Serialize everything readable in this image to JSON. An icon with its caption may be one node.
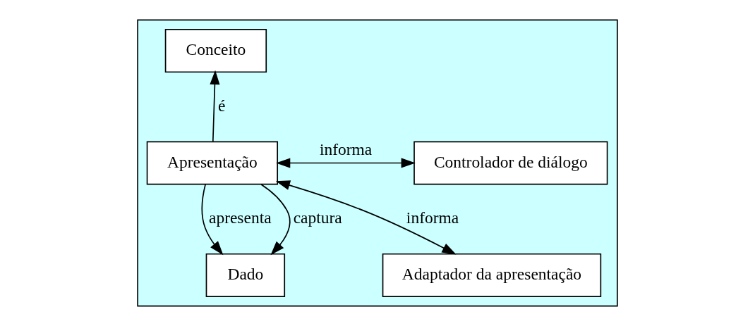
{
  "diagram": {
    "nodes": [
      {
        "text": [],
        "shape": "parallelogram"
      },
      {
        "text": [
          "Conceito"
        ],
        "in": 0
      },
      {
        "text": [
          "Apresentação"
        ],
        "in": 0
      },
      {
        "text": [
          "Controlador de diálogo"
        ],
        "in": 0
      },
      {
        "text": [
          "Dado"
        ],
        "in": 0
      },
      {
        "text": [
          "Adaptador da apresentação"
        ],
        "in": 0
      }
    ],
    "edges": [
      {
        "from": 2,
        "to": 1,
        "arrow": "to",
        "label": "é"
      },
      {
        "from": 2,
        "to": 3,
        "arrow": "both",
        "label": "informa"
      },
      {
        "from": 2,
        "to": 4,
        "arrow": "to",
        "label": "apresenta"
      },
      {
        "from": 2,
        "to": 4,
        "arrow": "to",
        "label": "captura"
      },
      {
        "from": 2,
        "to": 5,
        "arrow": "both",
        "label": "informa"
      }
    ]
  }
}
